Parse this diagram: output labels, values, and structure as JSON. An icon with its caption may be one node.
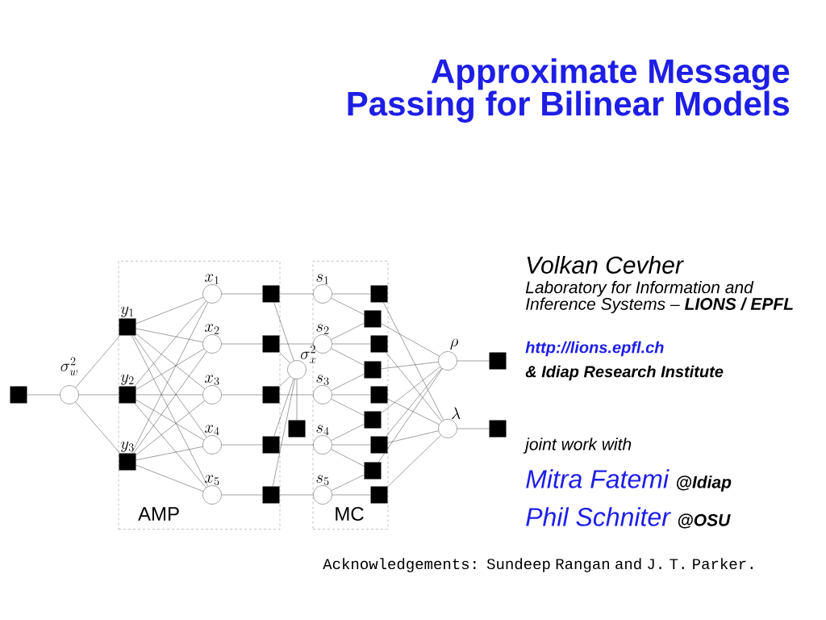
{
  "diagram": {
    "title": "Approximate Message Passing for Bilinear Models",
    "nodes": [
      {
        "text": [],
        "shape": "box"
      },
      {
        "text": [],
        "shape": "circle",
        "beside": [
          "\\sigma_w^2"
        ]
      },
      {
        "text": [
          "AMP"
        ]
      },
      {
        "text": [],
        "shape": "box",
        "beside": [
          "y_1"
        ],
        "in": 2
      },
      {
        "text": [],
        "shape": "box",
        "beside": [
          "y_2"
        ],
        "in": 2
      },
      {
        "text": [],
        "shape": "box",
        "beside": [
          "y_3"
        ],
        "in": 2
      },
      {
        "text": [],
        "shape": "circle",
        "beside": [
          "x_1"
        ],
        "in": 2
      },
      {
        "text": [],
        "shape": "circle",
        "beside": [
          "x_2"
        ],
        "in": 2
      },
      {
        "text": [],
        "shape": "circle",
        "beside": [
          "x_3"
        ],
        "in": 2
      },
      {
        "text": [],
        "shape": "circle",
        "beside": [
          "x_4"
        ],
        "in": 2
      },
      {
        "text": [],
        "shape": "circle",
        "beside": [
          "x_5"
        ],
        "in": 2
      },
      {
        "text": [],
        "shape": "box",
        "in": 2
      },
      {
        "text": [],
        "shape": "box",
        "in": 2
      },
      {
        "text": [],
        "shape": "box",
        "in": 2
      },
      {
        "text": [],
        "shape": "box",
        "in": 2
      },
      {
        "text": [],
        "shape": "box",
        "in": 2
      },
      {
        "text": [],
        "shape": "circle",
        "beside": [
          "\\sigma_x^2"
        ]
      },
      {
        "text": [],
        "shape": "box"
      },
      {
        "text": [
          "MC"
        ]
      },
      {
        "text": [],
        "shape": "circle",
        "beside": [
          "s_1"
        ],
        "in": 18
      },
      {
        "text": [],
        "shape": "circle",
        "beside": [
          "s_2"
        ],
        "in": 18
      },
      {
        "text": [],
        "shape": "circle",
        "beside": [
          "s_3"
        ],
        "in": 18
      },
      {
        "text": [],
        "shape": "circle",
        "beside": [
          "s_4"
        ],
        "in": 18
      },
      {
        "text": [],
        "shape": "circle",
        "beside": [
          "s_5"
        ],
        "in": 18
      },
      {
        "text": [],
        "shape": "box",
        "in": 18
      },
      {
        "text": [],
        "shape": "box",
        "in": 18
      },
      {
        "text": [],
        "shape": "box",
        "in": 18
      },
      {
        "text": [],
        "shape": "box",
        "in": 18
      },
      {
        "text": [],
        "shape": "box",
        "in": 18
      },
      {
        "text": [],
        "shape": "box",
        "in": 18
      },
      {
        "text": [],
        "shape": "box",
        "in": 18
      },
      {
        "text": [],
        "shape": "box",
        "in": 18
      },
      {
        "text": [],
        "shape": "box",
        "in": 18
      },
      {
        "text": [],
        "shape": "circle",
        "beside": [
          "\\rho"
        ]
      },
      {
        "text": [],
        "shape": "circle",
        "beside": [
          "\\lambda"
        ]
      },
      {
        "text": [],
        "shape": "box"
      },
      {
        "text": [],
        "shape": "box"
      }
    ],
    "edges": [
      {
        "from": 0,
        "to": 1,
        "arrow": "none"
      },
      {
        "from": 1,
        "to": 3,
        "arrow": "none"
      },
      {
        "from": 1,
        "to": 4,
        "arrow": "none"
      },
      {
        "from": 1,
        "to": 5,
        "arrow": "none"
      },
      {
        "from": 3,
        "to": 6,
        "arrow": "none"
      },
      {
        "from": 3,
        "to": 7,
        "arrow": "none"
      },
      {
        "from": 3,
        "to": 8,
        "arrow": "none"
      },
      {
        "from": 3,
        "to": 9,
        "arrow": "none"
      },
      {
        "from": 3,
        "to": 10,
        "arrow": "none"
      },
      {
        "from": 4,
        "to": 6,
        "arrow": "none"
      },
      {
        "from": 4,
        "to": 7,
        "arrow": "none"
      },
      {
        "from": 4,
        "to": 8,
        "arrow": "none"
      },
      {
        "from": 4,
        "to": 9,
        "arrow": "none"
      },
      {
        "from": 4,
        "to": 10,
        "arrow": "none"
      },
      {
        "from": 5,
        "to": 6,
        "arrow": "none"
      },
      {
        "from": 5,
        "to": 7,
        "arrow": "none"
      },
      {
        "from": 5,
        "to": 8,
        "arrow": "none"
      },
      {
        "from": 5,
        "to": 9,
        "arrow": "none"
      },
      {
        "from": 5,
        "to": 10,
        "arrow": "none"
      },
      {
        "from": 6,
        "to": 11,
        "arrow": "none"
      },
      {
        "from": 7,
        "to": 12,
        "arrow": "none"
      },
      {
        "from": 8,
        "to": 13,
        "arrow": "none"
      },
      {
        "from": 9,
        "to": 14,
        "arrow": "none"
      },
      {
        "from": 10,
        "to": 15,
        "arrow": "none"
      },
      {
        "from": 11,
        "to": 16,
        "arrow": "none"
      },
      {
        "from": 12,
        "to": 16,
        "arrow": "none"
      },
      {
        "from": 13,
        "to": 16,
        "arrow": "none"
      },
      {
        "from": 14,
        "to": 16,
        "arrow": "none"
      },
      {
        "from": 15,
        "to": 16,
        "arrow": "none"
      },
      {
        "from": 16,
        "to": 17,
        "arrow": "none"
      },
      {
        "from": 11,
        "to": 19,
        "arrow": "none"
      },
      {
        "from": 12,
        "to": 20,
        "arrow": "none"
      },
      {
        "from": 13,
        "to": 21,
        "arrow": "none"
      },
      {
        "from": 14,
        "to": 22,
        "arrow": "none"
      },
      {
        "from": 15,
        "to": 23,
        "arrow": "none"
      },
      {
        "from": 19,
        "to": 24,
        "arrow": "none"
      },
      {
        "from": 19,
        "to": 25,
        "arrow": "none"
      },
      {
        "from": 20,
        "to": 25,
        "arrow": "none"
      },
      {
        "from": 20,
        "to": 26,
        "arrow": "none"
      },
      {
        "from": 20,
        "to": 27,
        "arrow": "none"
      },
      {
        "from": 21,
        "to": 27,
        "arrow": "none"
      },
      {
        "from": 21,
        "to": 28,
        "arrow": "none"
      },
      {
        "from": 21,
        "to": 29,
        "arrow": "none"
      },
      {
        "from": 22,
        "to": 29,
        "arrow": "none"
      },
      {
        "from": 22,
        "to": 30,
        "arrow": "none"
      },
      {
        "from": 22,
        "to": 31,
        "arrow": "none"
      },
      {
        "from": 23,
        "to": 31,
        "arrow": "none"
      },
      {
        "from": 23,
        "to": 32,
        "arrow": "none"
      },
      {
        "from": 24,
        "to": 34,
        "arrow": "none"
      },
      {
        "from": 25,
        "to": 33,
        "arrow": "none"
      },
      {
        "from": 26,
        "to": 34,
        "arrow": "none"
      },
      {
        "from": 27,
        "to": 33,
        "arrow": "none"
      },
      {
        "from": 28,
        "to": 34,
        "arrow": "none"
      },
      {
        "from": 29,
        "to": 33,
        "arrow": "none"
      },
      {
        "from": 30,
        "to": 33,
        "arrow": "none"
      },
      {
        "from": 30,
        "to": 34,
        "arrow": "none"
      },
      {
        "from": 31,
        "to": 33,
        "arrow": "none"
      },
      {
        "from": 32,
        "to": 34,
        "arrow": "none"
      },
      {
        "from": 33,
        "to": 35,
        "arrow": "none"
      },
      {
        "from": 34,
        "to": 36,
        "arrow": "none"
      }
    ],
    "labels": [
      "Volkan Cevher",
      "Laboratory for Information  and Inference Systems – **LIONS / EPFL**",
      "http://lions.epfl.ch",
      "& Idiap Research Institute",
      "joint work with",
      "Mitra Fatemi",
      "@Idiap",
      "Phil Schniter",
      "@OSU",
      "Acknowledgements: Sundeep Rangan and J. T. Parker."
    ]
  }
}
